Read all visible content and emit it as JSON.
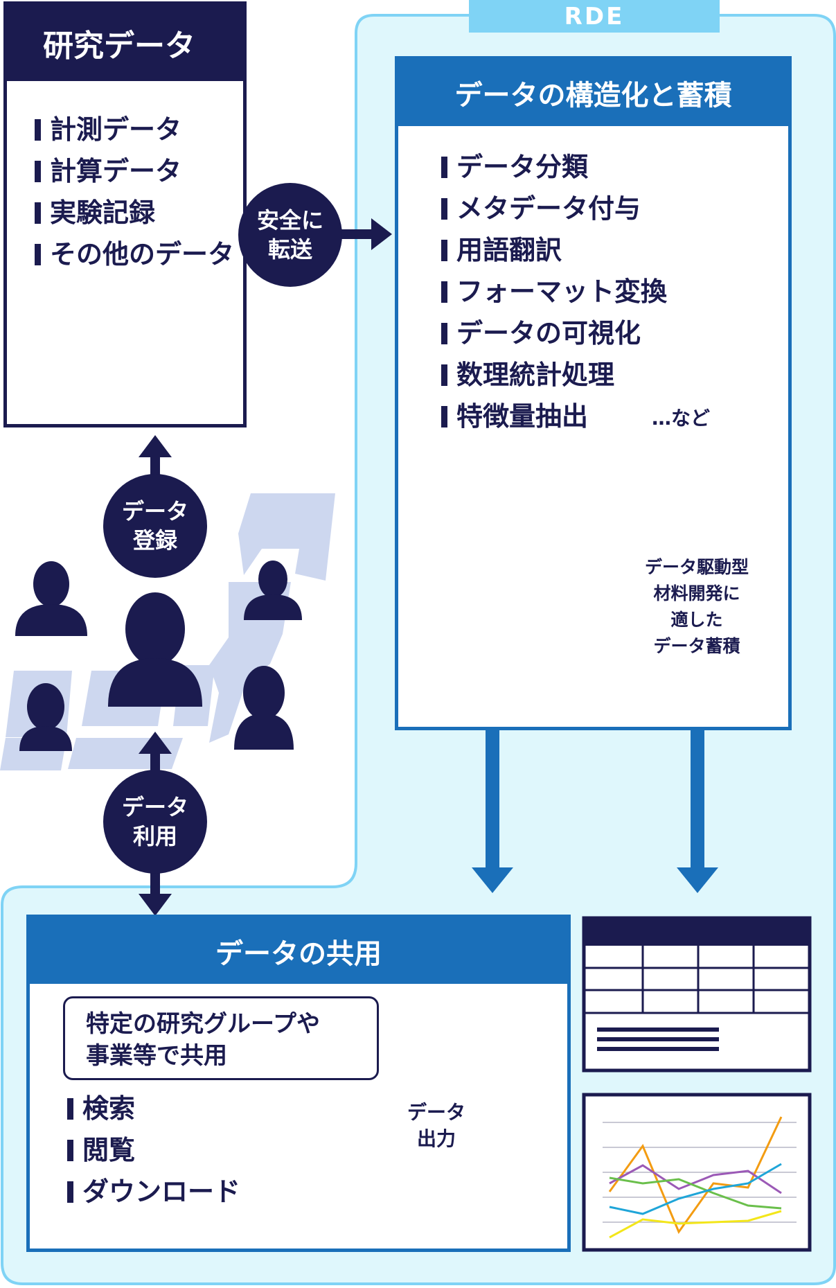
{
  "rde": {
    "label": "RDE"
  },
  "research": {
    "title": "研究データ",
    "items": [
      "計測データ",
      "計算データ",
      "実験記録",
      "その他のデータ"
    ]
  },
  "transfer": {
    "line1": "安全に",
    "line2": "転送"
  },
  "structuring": {
    "title": "データの構造化と蓄積",
    "items": [
      "データ分類",
      "メタデータ付与",
      "用語翻訳",
      "フォーマット変換",
      "データの可視化",
      "数理統計処理",
      "特徴量抽出"
    ],
    "etc": "…など",
    "storage": [
      "データ駆動型",
      "材料開発に",
      "適した",
      "データ蓄積"
    ]
  },
  "register": {
    "line1": "データ",
    "line2": "登録"
  },
  "use": {
    "line1": "データ",
    "line2": "利用"
  },
  "sharing": {
    "title": "データの共用",
    "callout": [
      "特定の研究グループや",
      "事業等で共用"
    ],
    "items": [
      "検索",
      "閲覧",
      "ダウンロード"
    ],
    "output": [
      "データ",
      "出力"
    ]
  },
  "colors": {
    "navy": "#1b1b4f",
    "blue": "#1a6fb9",
    "rde_tab": "#7fd3f5",
    "rde_bg": "#dff7fc",
    "yellow": "#fcd826",
    "japan_map": "#cdd7ef"
  }
}
